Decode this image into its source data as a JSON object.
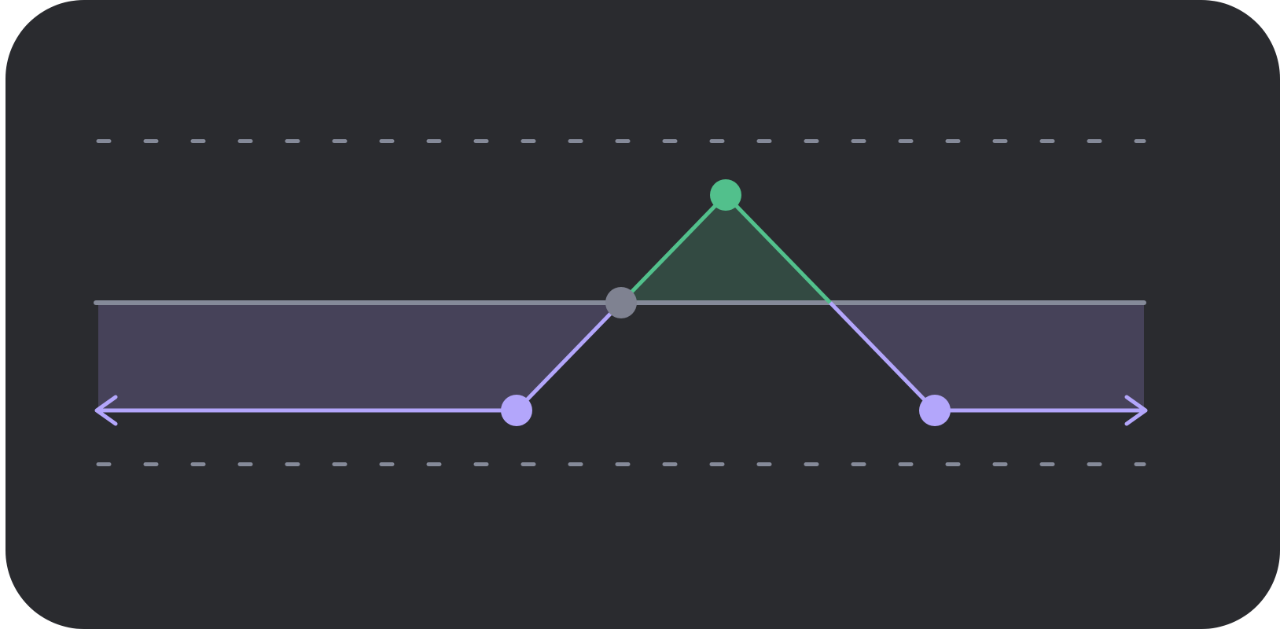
{
  "widget": {
    "type": "curve-editor",
    "colors": {
      "background": "#2a2b2f",
      "guide": "#858a99",
      "baseline": "#858a99",
      "curve": "#b3a6fb",
      "curve_fill": "#464259",
      "peak": "#52c08c",
      "peak_fill": "#334a42",
      "center_handle": "#7f8291"
    },
    "icons": [
      "arrow-left-icon",
      "arrow-right-icon"
    ]
  },
  "chart_data": {
    "type": "line",
    "xlim": [
      0,
      10
    ],
    "ylim": [
      -2,
      2
    ],
    "baseline": 0,
    "guides": [
      1.5,
      -1.5
    ],
    "grid": false,
    "series": [
      {
        "x": [
          0,
          4,
          5,
          6,
          8,
          10
        ],
        "y": [
          -1,
          -1,
          0,
          1,
          -1,
          -1
        ]
      }
    ],
    "handles": [
      {
        "x": 4,
        "y": -1,
        "role": "curve"
      },
      {
        "x": 5,
        "y": 0,
        "role": "center"
      },
      {
        "x": 6,
        "y": 1,
        "role": "peak"
      },
      {
        "x": 8,
        "y": -1,
        "role": "curve"
      }
    ]
  }
}
